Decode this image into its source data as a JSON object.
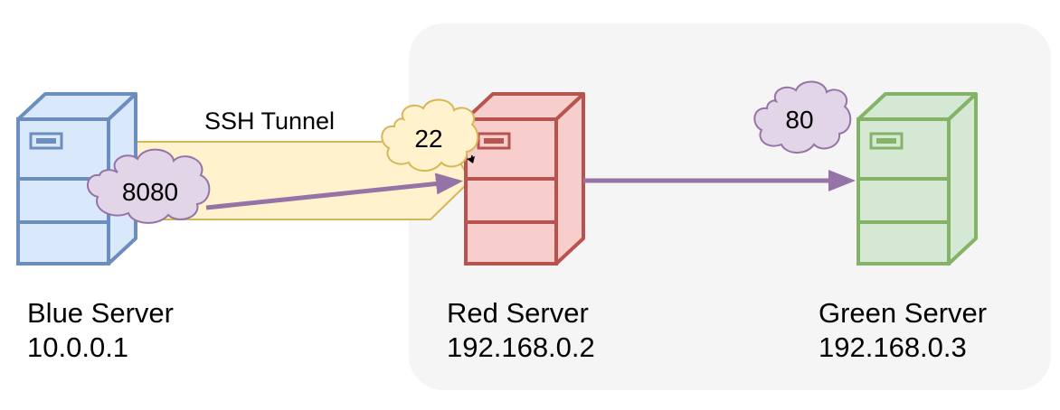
{
  "tunnel": {
    "label": "SSH Tunnel"
  },
  "servers": [
    {
      "id": "blue",
      "name": "Blue Server",
      "ip": "10.0.0.1",
      "stroke": "#6c8ebf",
      "fill": "#dae8fc"
    },
    {
      "id": "red",
      "name": "Red Server",
      "ip": "192.168.0.2",
      "stroke": "#b85450",
      "fill": "#f8cecc"
    },
    {
      "id": "green",
      "name": "Green Server",
      "ip": "192.168.0.3",
      "stroke": "#82b366",
      "fill": "#d5e8d4"
    }
  ],
  "ports": {
    "blue_port": "8080",
    "ssh_port": "22",
    "green_port": "80"
  },
  "colors": {
    "tunnel_fill": "#fff2cc",
    "tunnel_stroke": "#d6b656",
    "arrow": "#9673a6",
    "cloud_purple_fill": "#e1d5e7",
    "cloud_purple_stroke": "#9673a6",
    "cloud_yellow_fill": "#fff2cc",
    "cloud_yellow_stroke": "#d6b656",
    "group_fill": "#f5f5f5"
  }
}
